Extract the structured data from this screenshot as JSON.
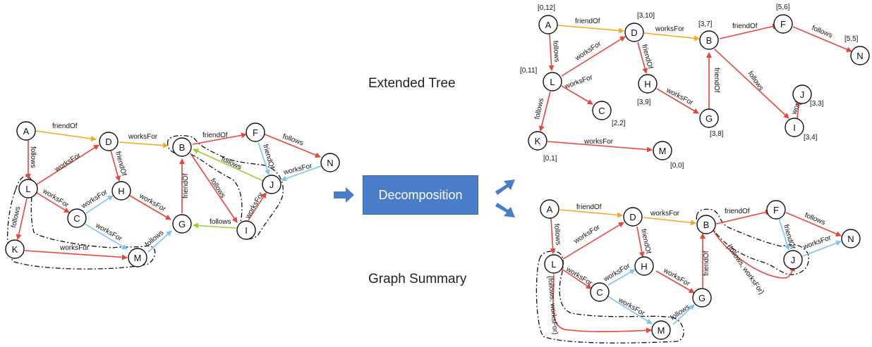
{
  "colors": {
    "friendOf": "#f5a623",
    "worksFor": "#e8453c",
    "follows": "#e8453c",
    "light": "#7cc6ea",
    "green": "#9bcc3a"
  },
  "labels": {
    "extended_tree": "Extended Tree",
    "decomposition": "Decomposition",
    "graph_summary": "Graph Summary"
  },
  "nodes": {
    "A": "A",
    "B": "B",
    "C": "C",
    "D": "D",
    "F": "F",
    "G": "G",
    "H": "H",
    "I": "I",
    "J": "J",
    "K": "K",
    "L": "L",
    "M": "M",
    "N": "N"
  },
  "edge_labels": {
    "friendOf": "friendOf",
    "worksFor": "worksFor",
    "follows": "follows",
    "follows_worksFor": "{follows, worksFor}"
  },
  "intervals": {
    "A": "[0,12]",
    "D": "[3,10]",
    "B": "[3,7]",
    "F": "[5,6]",
    "N": "[5,5]",
    "L": "[0,11]",
    "H": "[3,9]",
    "C": "[2,2]",
    "G": "[3,8]",
    "J": "[3,3]",
    "I": "[3,4]",
    "K": "[0,1]",
    "M": "[0,0]"
  }
}
